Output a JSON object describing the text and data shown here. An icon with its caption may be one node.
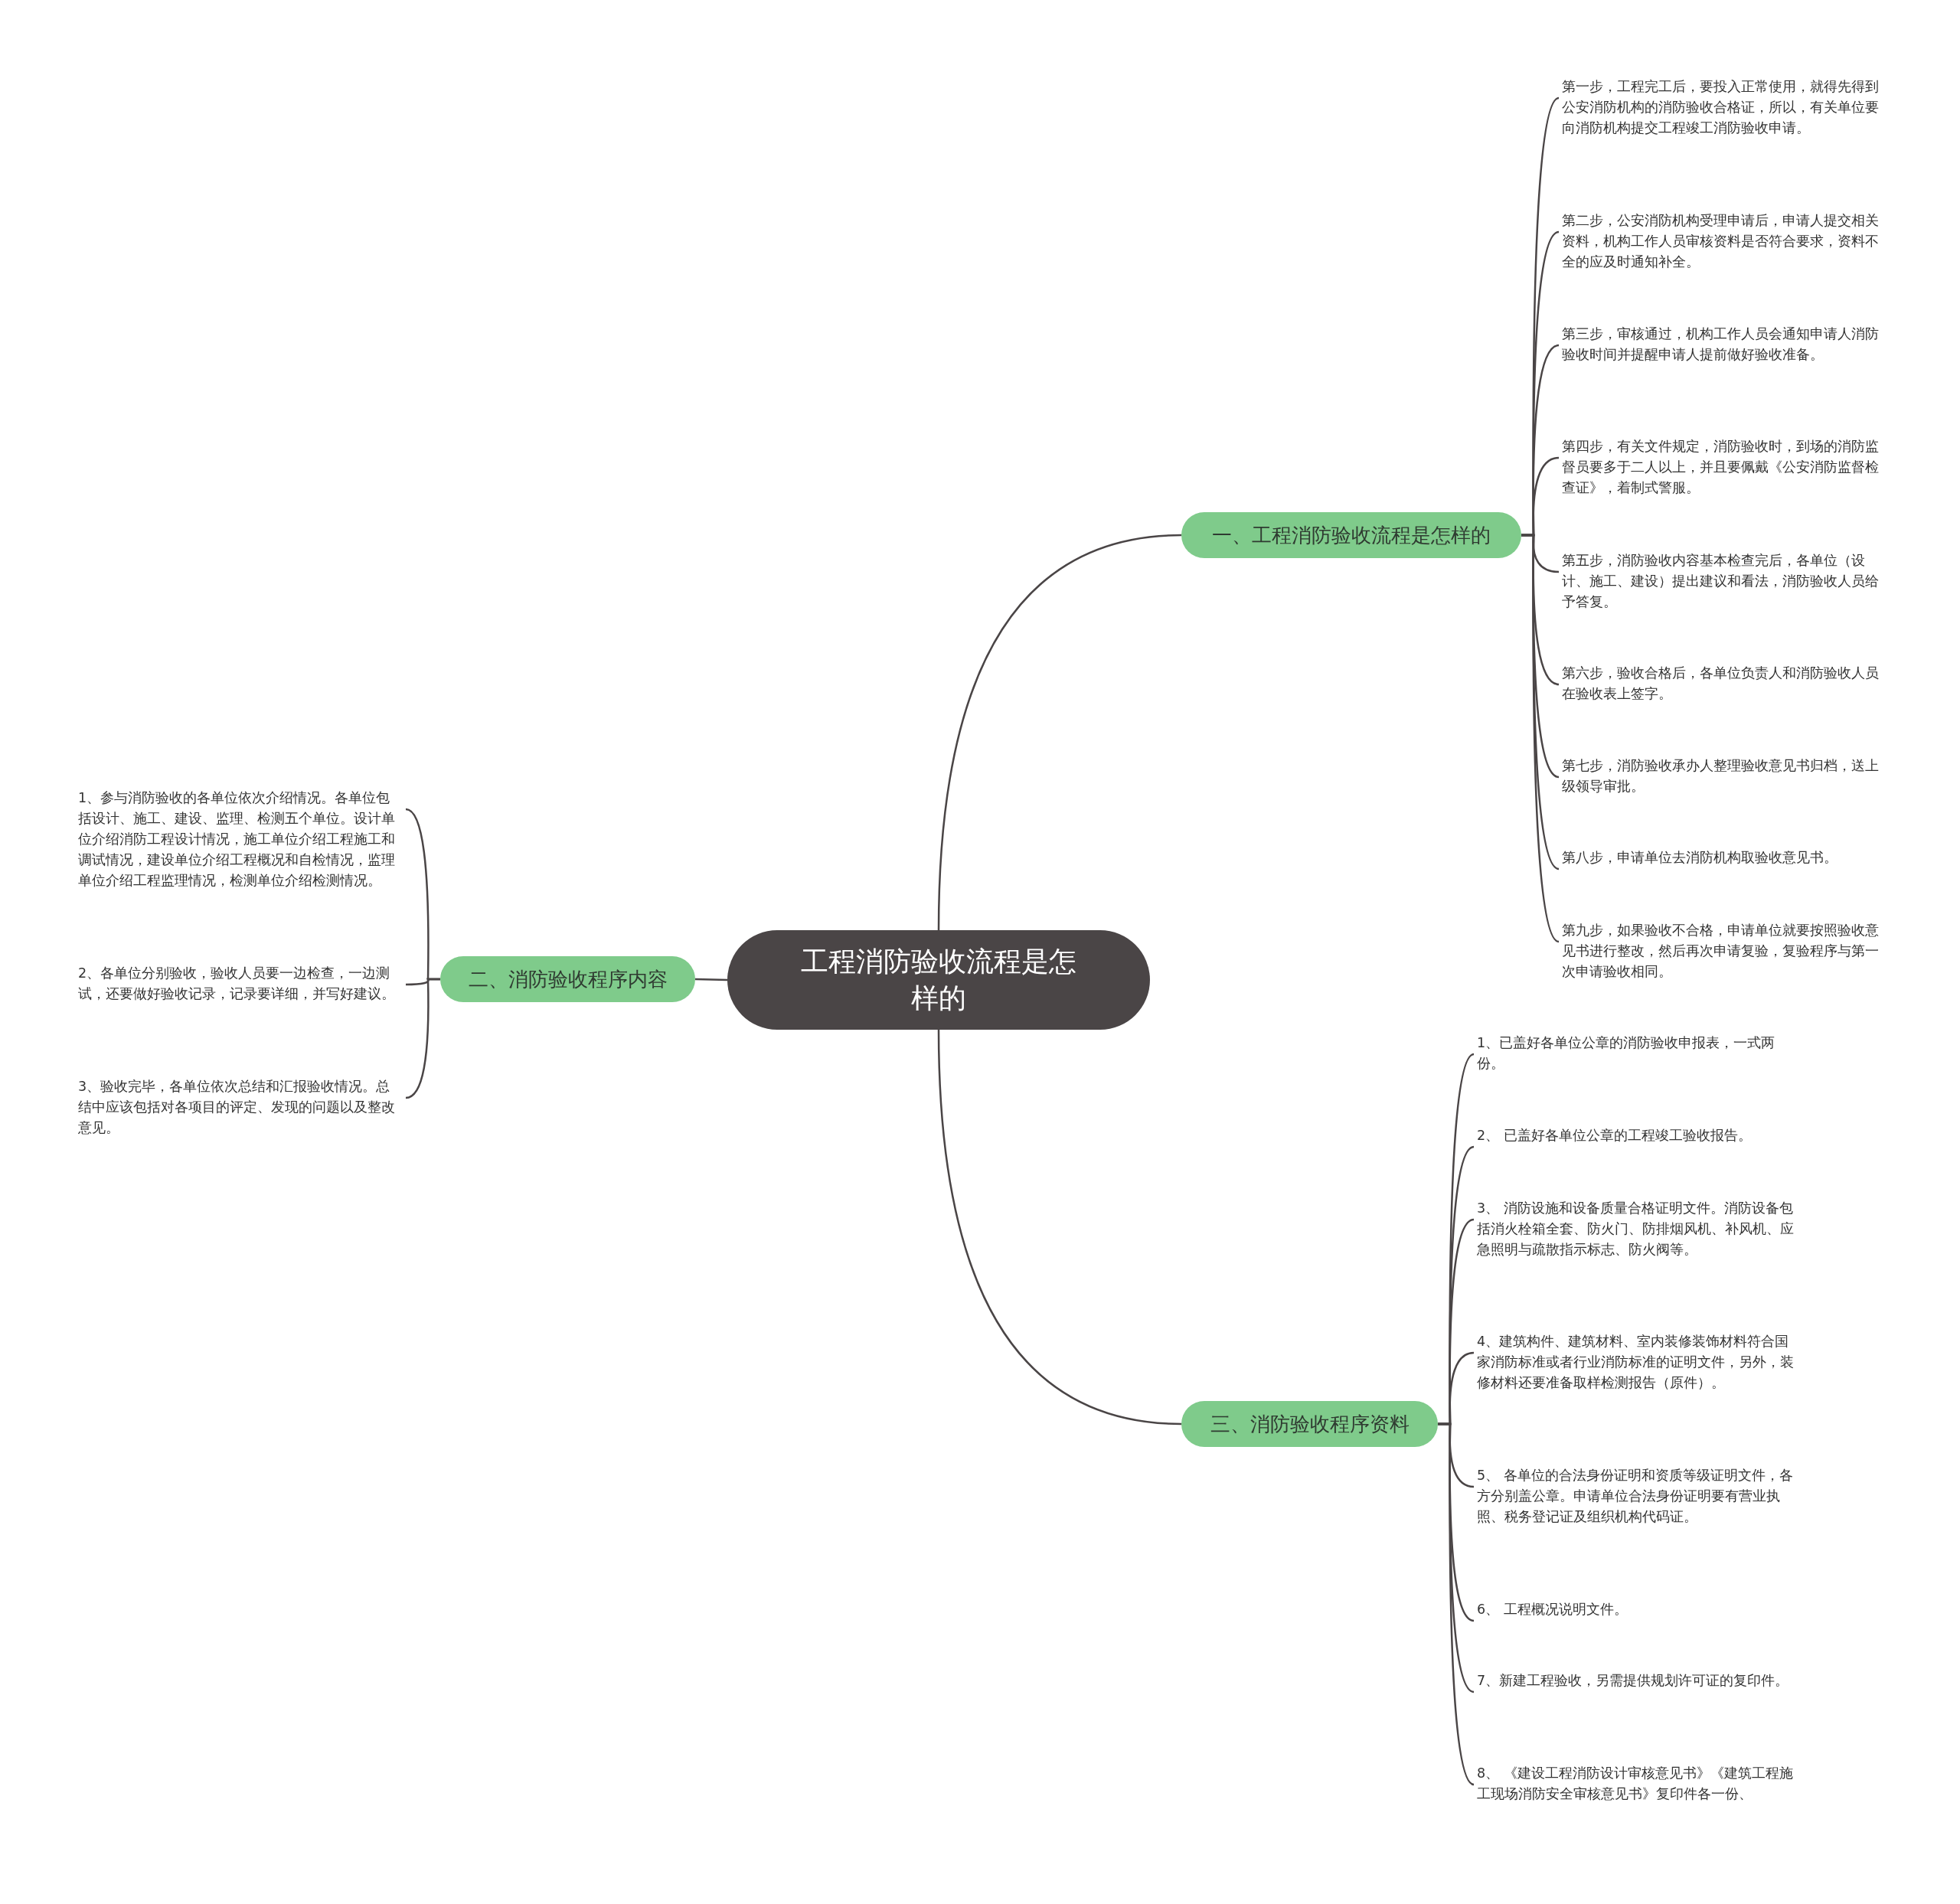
{
  "diagram": {
    "nodes": [
      {
        "text": [
          "工程消防验收流程是怎样的"
        ]
      },
      {
        "text": [
          "一、工程消防验收流程是怎样的"
        ]
      },
      {
        "text": [
          "第一步，工程完工后，要投入正常使用，就得先得到公安消防机构的消防验收合格证，所以，有关单位要向消防机构提交工程竣工消防验收申请。"
        ]
      },
      {
        "text": [
          "第二步，公安消防机构受理申请后，申请人提交相关资料，机构工作人员审核资料是否符合要求，资料不全的应及时通知补全。"
        ]
      },
      {
        "text": [
          "第三步，审核通过，机构工作人员会通知申请人消防验收时间并提醒申请人提前做好验收准备。"
        ]
      },
      {
        "text": [
          "第四步，有关文件规定，消防验收时，到场的消防监督员要多于二人以上，并且要佩戴《公安消防监督检查证》，着制式警服。"
        ]
      },
      {
        "text": [
          "第五步，消防验收内容基本检查完后，各单位（设计、施工、建设）提出建议和看法，消防验收人员给予答复。"
        ]
      },
      {
        "text": [
          "第六步，验收合格后，各单位负责人和消防验收人员在验收表上签字。"
        ]
      },
      {
        "text": [
          "第七步，消防验收承办人整理验收意见书归档，送上级领导审批。"
        ]
      },
      {
        "text": [
          "第八步，申请单位去消防机构取验收意见书。"
        ]
      },
      {
        "text": [
          "第九步，如果验收不合格，申请单位就要按照验收意见书进行整改，然后再次申请复验，复验程序与第一次申请验收相同。"
        ]
      },
      {
        "text": [
          "二、消防验收程序内容"
        ]
      },
      {
        "text": [
          "1、参与消防验收的各单位依次介绍情况。各单位包括设计、施工、建设、监理、检测五个单位。设计单位介绍消防工程设计情况，施工单位介绍工程施工和调试情况，建设单位介绍工程概况和自检情况，监理单位介绍工程监理情况，检测单位介绍检测情况。"
        ]
      },
      {
        "text": [
          "2、各单位分别验收，验收人员要一边检查，一边测试，还要做好验收记录，记录要详细，并写好建议。"
        ]
      },
      {
        "text": [
          "3、验收完毕，各单位依次总结和汇报验收情况。总结中应该包括对各项目的评定、发现的问题以及整改意见。"
        ]
      },
      {
        "text": [
          "三、消防验收程序资料"
        ]
      },
      {
        "text": [
          "1、已盖好各单位公章的消防验收申报表，一式两份。"
        ]
      },
      {
        "text": [
          "2、 已盖好各单位公章的工程竣工验收报告。"
        ]
      },
      {
        "text": [
          "3、 消防设施和设备质量合格证明文件。消防设备包括消火栓箱全套、防火门、防排烟风机、补风机、应急照明与疏散指示标志、防火阀等。"
        ]
      },
      {
        "text": [
          "4、建筑构件、建筑材料、室内装修装饰材料符合国家消防标准或者行业消防标准的证明文件，另外，装修材料还要准备取样检测报告（原件）。"
        ]
      },
      {
        "text": [
          "5、 各单位的合法身份证明和资质等级证明文件，各方分别盖公章。申请单位合法身份证明要有营业执照、税务登记证及组织机构代码证。"
        ]
      },
      {
        "text": [
          "6、 工程概况说明文件。"
        ]
      },
      {
        "text": [
          "7、新建工程验收，另需提供规划许可证的复印件。"
        ]
      },
      {
        "text": [
          "8、 《建设工程消防设计审核意见书》《建筑工程施工现场消防安全审核意见书》复印件各一份、"
        ]
      }
    ],
    "edges": [
      {
        "from": 0,
        "to": 1,
        "arrow": "none"
      },
      {
        "from": 1,
        "to": 2,
        "arrow": "none"
      },
      {
        "from": 1,
        "to": 3,
        "arrow": "none"
      },
      {
        "from": 1,
        "to": 4,
        "arrow": "none"
      },
      {
        "from": 1,
        "to": 5,
        "arrow": "none"
      },
      {
        "from": 1,
        "to": 6,
        "arrow": "none"
      },
      {
        "from": 1,
        "to": 7,
        "arrow": "none"
      },
      {
        "from": 1,
        "to": 8,
        "arrow": "none"
      },
      {
        "from": 1,
        "to": 9,
        "arrow": "none"
      },
      {
        "from": 1,
        "to": 10,
        "arrow": "none"
      },
      {
        "from": 0,
        "to": 11,
        "arrow": "none"
      },
      {
        "from": 11,
        "to": 12,
        "arrow": "none"
      },
      {
        "from": 11,
        "to": 13,
        "arrow": "none"
      },
      {
        "from": 11,
        "to": 14,
        "arrow": "none"
      },
      {
        "from": 0,
        "to": 15,
        "arrow": "none"
      },
      {
        "from": 15,
        "to": 16,
        "arrow": "none"
      },
      {
        "from": 15,
        "to": 17,
        "arrow": "none"
      },
      {
        "from": 15,
        "to": 18,
        "arrow": "none"
      },
      {
        "from": 15,
        "to": 19,
        "arrow": "none"
      },
      {
        "from": 15,
        "to": 20,
        "arrow": "none"
      },
      {
        "from": 15,
        "to": 21,
        "arrow": "none"
      },
      {
        "from": 15,
        "to": 22,
        "arrow": "none"
      },
      {
        "from": 15,
        "to": 23,
        "arrow": "none"
      }
    ]
  }
}
